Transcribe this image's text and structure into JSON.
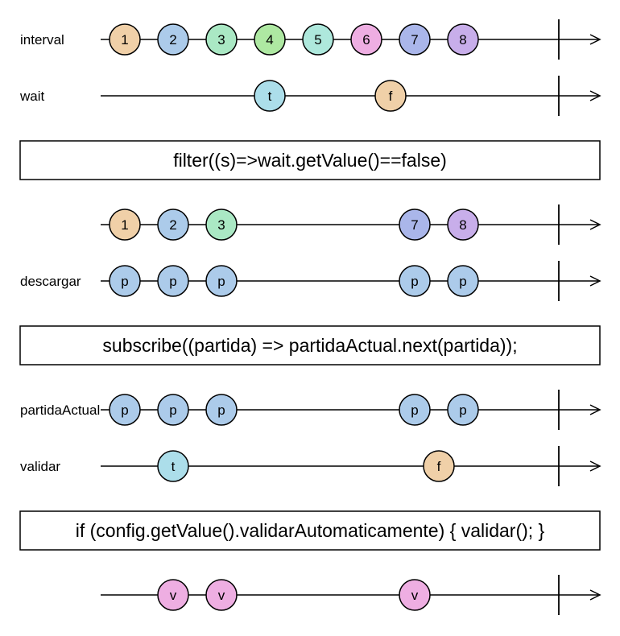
{
  "rows": [
    {
      "label": "interval",
      "marbles": [
        {
          "t": 1,
          "text": "1",
          "color": "#f0d0a8"
        },
        {
          "t": 2,
          "text": "2",
          "color": "#accbea"
        },
        {
          "t": 3,
          "text": "3",
          "color": "#aae8c4"
        },
        {
          "t": 4,
          "text": "4",
          "color": "#aee8a2"
        },
        {
          "t": 5,
          "text": "5",
          "color": "#aee8dc"
        },
        {
          "t": 6,
          "text": "6",
          "color": "#eeaee2"
        },
        {
          "t": 7,
          "text": "7",
          "color": "#aab6ea"
        },
        {
          "t": 8,
          "text": "8",
          "color": "#c8aeea"
        }
      ]
    },
    {
      "label": "wait",
      "marbles": [
        {
          "t": 4,
          "text": "t",
          "color": "#acdeea"
        },
        {
          "t": 6.5,
          "text": "f",
          "color": "#f0d0a8"
        }
      ]
    },
    {
      "operator": "filter((s)=>wait.getValue()==false)"
    },
    {
      "label": "",
      "marbles": [
        {
          "t": 1,
          "text": "1",
          "color": "#f0d0a8"
        },
        {
          "t": 2,
          "text": "2",
          "color": "#accbea"
        },
        {
          "t": 3,
          "text": "3",
          "color": "#aae8c4"
        },
        {
          "t": 7,
          "text": "7",
          "color": "#aab6ea"
        },
        {
          "t": 8,
          "text": "8",
          "color": "#c8aeea"
        }
      ]
    },
    {
      "label": "descargar",
      "marbles": [
        {
          "t": 1,
          "text": "p",
          "color": "#accbea"
        },
        {
          "t": 2,
          "text": "p",
          "color": "#accbea"
        },
        {
          "t": 3,
          "text": "p",
          "color": "#accbea"
        },
        {
          "t": 7,
          "text": "p",
          "color": "#accbea"
        },
        {
          "t": 8,
          "text": "p",
          "color": "#accbea"
        }
      ]
    },
    {
      "operator": "subscribe((partida) => partidaActual.next(partida));"
    },
    {
      "label": "partidaActual",
      "marbles": [
        {
          "t": 1,
          "text": "p",
          "color": "#accbea"
        },
        {
          "t": 2,
          "text": "p",
          "color": "#accbea"
        },
        {
          "t": 3,
          "text": "p",
          "color": "#accbea"
        },
        {
          "t": 7,
          "text": "p",
          "color": "#accbea"
        },
        {
          "t": 8,
          "text": "p",
          "color": "#accbea"
        }
      ]
    },
    {
      "label": "validar",
      "marbles": [
        {
          "t": 2,
          "text": "t",
          "color": "#acdeea"
        },
        {
          "t": 7.5,
          "text": "f",
          "color": "#f0d0a8"
        }
      ]
    },
    {
      "operator": "if (config.getValue().validarAutomaticamente) { validar(); }"
    },
    {
      "label": "",
      "marbles": [
        {
          "t": 2,
          "text": "v",
          "color": "#eeaee2"
        },
        {
          "t": 3,
          "text": "v",
          "color": "#eeaee2"
        },
        {
          "t": 7,
          "text": "v",
          "color": "#eeaee2"
        }
      ]
    }
  ]
}
